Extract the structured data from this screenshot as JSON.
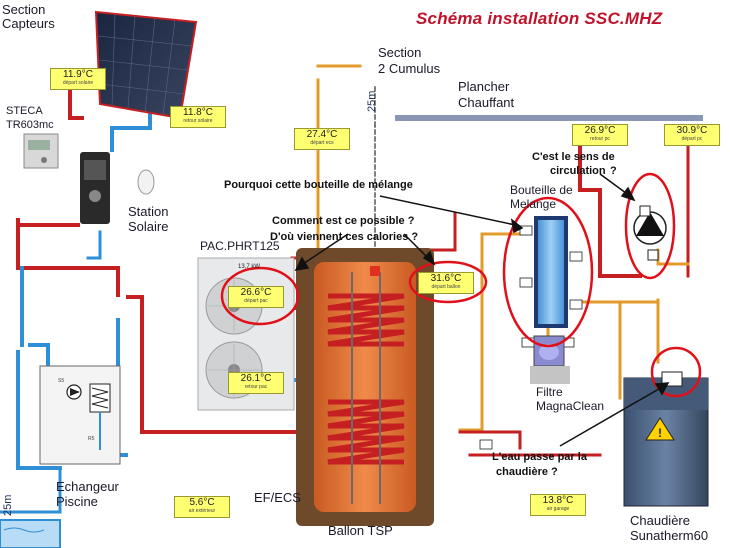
{
  "title": "Schéma installation SSC.MHZ",
  "labels": {
    "section_capteurs_1": "Section",
    "section_capteurs_2": "Capteurs",
    "steca_1": "STECA",
    "steca_2": "TR603mc",
    "station_1": "Station",
    "station_2": "Solaire",
    "section_cumulus_1": "Section",
    "section_cumulus_2": "2 Cumulus",
    "plancher_1": "Plancher",
    "plancher_2": "Chauffant",
    "pac": "PAC.PHRT125",
    "bouteille_1": "Bouteille de",
    "bouteille_2": "Melange",
    "filtre_1": "Filtre",
    "filtre_2": "MagnaClean",
    "echangeur_1": "Echangeur",
    "echangeur_2": "Piscine",
    "efecs": "EF/ECS",
    "ballon": "Ballon TSP",
    "chaudiere_1": "Chaudière",
    "chaudiere_2": "Sunatherm60",
    "len_25m_top": "25m",
    "len_25m_left": "25m"
  },
  "questions": {
    "pourquoi": "Pourquoi cette bouteille de mélange",
    "comment": "Comment est ce possible ?",
    "dou": "D'où viennent ces calories ?",
    "sens_1": "C'est le sens de",
    "sens_2": "circulation",
    "sens_3": "?",
    "eau_1": "L'eau passe par la",
    "eau_2": "chaudière  ?"
  },
  "temps": [
    {
      "value": "11.9°C",
      "sub": "départ solaire"
    },
    {
      "value": "11.8°C",
      "sub": "retour solaire"
    },
    {
      "value": "27.4°C",
      "sub": "départ ecs"
    },
    {
      "value": "26.9°C",
      "sub": "retour pc"
    },
    {
      "value": "30.9°C",
      "sub": "départ pc"
    },
    {
      "value": "26.6°C",
      "sub": "départ pac"
    },
    {
      "value": "31.6°C",
      "sub": "départ ballon"
    },
    {
      "value": "26.1°C",
      "sub": "retour pac"
    },
    {
      "value": "5.6°C",
      "sub": "air extérieur"
    },
    {
      "value": "13.8°C",
      "sub": "air garage"
    }
  ],
  "colors": {
    "hot": "#c61f22",
    "cold": "#2e8fd6",
    "tank": "#e8743a",
    "orange_pipe": "#e39a2a",
    "highlight": "#e0101a",
    "title": "#c0122a"
  },
  "pac_display": "13,7 kW"
}
